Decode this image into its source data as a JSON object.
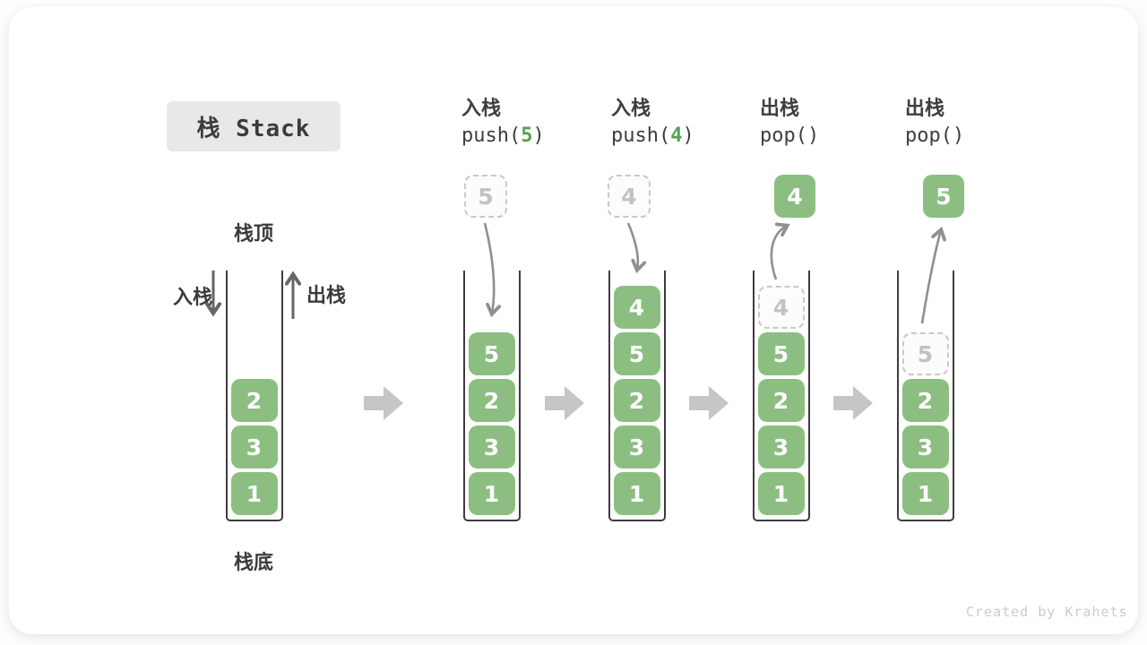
{
  "title": "栈 Stack",
  "watermark": "Created by Krahets",
  "legend": {
    "stack_top": "栈顶",
    "stack_bottom": "栈底",
    "push": "入栈",
    "pop": "出栈"
  },
  "initial_stack": [
    "2",
    "3",
    "1"
  ],
  "steps": [
    {
      "name": "push-5",
      "op_label": "入栈",
      "code_prefix": "push(",
      "code_value": "5",
      "code_suffix": ")",
      "floating": {
        "value": "5",
        "variant": "ghost"
      },
      "arrow": "down",
      "cells": [
        {
          "value": "5",
          "ghost": false
        },
        {
          "value": "2",
          "ghost": false
        },
        {
          "value": "3",
          "ghost": false
        },
        {
          "value": "1",
          "ghost": false
        }
      ]
    },
    {
      "name": "push-4",
      "op_label": "入栈",
      "code_prefix": "push(",
      "code_value": "4",
      "code_suffix": ")",
      "floating": {
        "value": "4",
        "variant": "ghost"
      },
      "arrow": "down",
      "cells": [
        {
          "value": "4",
          "ghost": false
        },
        {
          "value": "5",
          "ghost": false
        },
        {
          "value": "2",
          "ghost": false
        },
        {
          "value": "3",
          "ghost": false
        },
        {
          "value": "1",
          "ghost": false
        }
      ]
    },
    {
      "name": "pop-4",
      "op_label": "出栈",
      "code_prefix": "pop(",
      "code_value": "",
      "code_suffix": ")",
      "floating": {
        "value": "4",
        "variant": "solid"
      },
      "arrow": "up",
      "cells": [
        {
          "value": "4",
          "ghost": true
        },
        {
          "value": "5",
          "ghost": false
        },
        {
          "value": "2",
          "ghost": false
        },
        {
          "value": "3",
          "ghost": false
        },
        {
          "value": "1",
          "ghost": false
        }
      ]
    },
    {
      "name": "pop-5",
      "op_label": "出栈",
      "code_prefix": "pop(",
      "code_value": "",
      "code_suffix": ")",
      "floating": {
        "value": "5",
        "variant": "solid"
      },
      "arrow": "up",
      "cells": [
        {
          "value": "5",
          "ghost": true
        },
        {
          "value": "2",
          "ghost": false
        },
        {
          "value": "3",
          "ghost": false
        },
        {
          "value": "1",
          "ghost": false
        }
      ]
    }
  ],
  "colors": {
    "element_green": "#8CBE82",
    "code_value_green": "#57A052",
    "step_arrow_gray": "#C6C6C6",
    "curve_arrow_gray": "#8F8F8F",
    "title_box_bg": "#E8E8E8"
  }
}
